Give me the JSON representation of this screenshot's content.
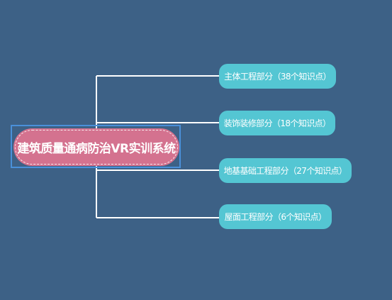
{
  "mindmap": {
    "root": {
      "label": "建筑质量通病防治VR实训系统"
    },
    "branches": [
      {
        "label": "主体工程部分（38个知识点）"
      },
      {
        "label": "装饰装修部分（18个知识点）"
      },
      {
        "label": "地基基础工程部分（27个知识点）"
      },
      {
        "label": "屋面工程部分（6个知识点）"
      }
    ]
  },
  "colors": {
    "background": "#3d6186",
    "root_fill": "#d4728f",
    "root_selection_border": "#4a90d9",
    "branch_fill": "#54c6d3",
    "connector": "#ffffff",
    "text": "#ffffff"
  }
}
